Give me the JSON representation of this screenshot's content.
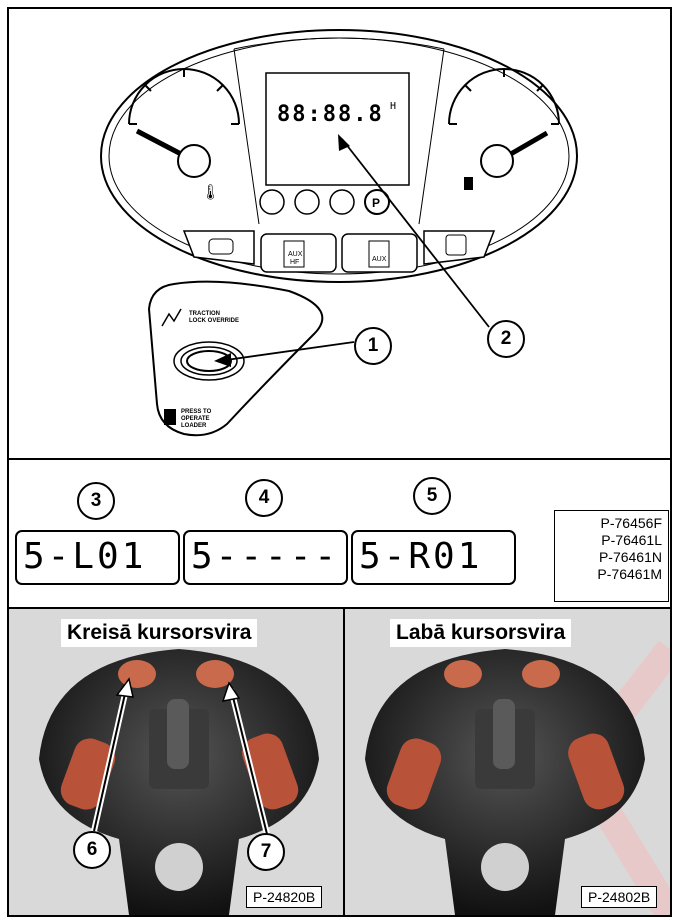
{
  "panel": {
    "display_chars": "88:88.8",
    "display_suffix": "H",
    "traction_label": "TRACTION\nLOCK OVERRIDE",
    "press_label": "PRESS TO\nOPERATE\nLOADER",
    "aux_hf_label": "AUX\nHF",
    "aux_label": "AUX",
    "parking_label": "P"
  },
  "callouts": {
    "c1": "1",
    "c2": "2",
    "c3": "3",
    "c4": "4",
    "c5": "5",
    "c6": "6",
    "c7": "7"
  },
  "displays": {
    "d3": "5-L01",
    "d4": "5-----",
    "d5": "5-R01"
  },
  "references": [
    "P-76456F",
    "P-76461L",
    "P-76461N",
    "P-76461M"
  ],
  "photos": {
    "left_title": "Kreisā kursorsvira",
    "right_title": "Labā kursorsvira",
    "left_code": "P-24820B",
    "right_code": "P-24802B"
  }
}
